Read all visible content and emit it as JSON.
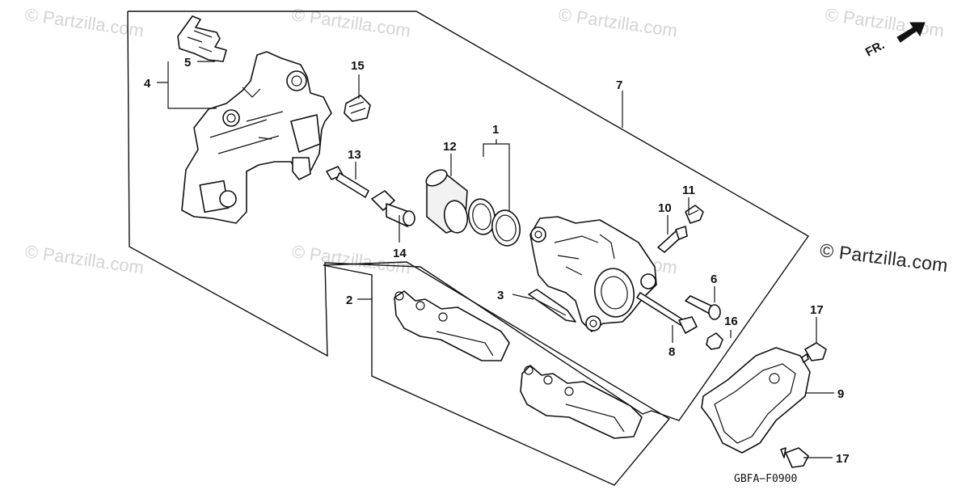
{
  "watermark_text": "© Partzilla.com",
  "brand_text": "© Partzilla.com",
  "diagram_code": "GBFA−F0900",
  "fr_label": "FR.",
  "callouts": {
    "c1": "1",
    "c2": "2",
    "c3": "3",
    "c4": "4",
    "c5": "5",
    "c6": "6",
    "c7": "7",
    "c8": "8",
    "c9": "9",
    "c10": "10",
    "c11": "11",
    "c12": "12",
    "c13": "13",
    "c14": "14",
    "c15": "15",
    "c16": "16",
    "c17a": "17",
    "c17b": "17"
  }
}
